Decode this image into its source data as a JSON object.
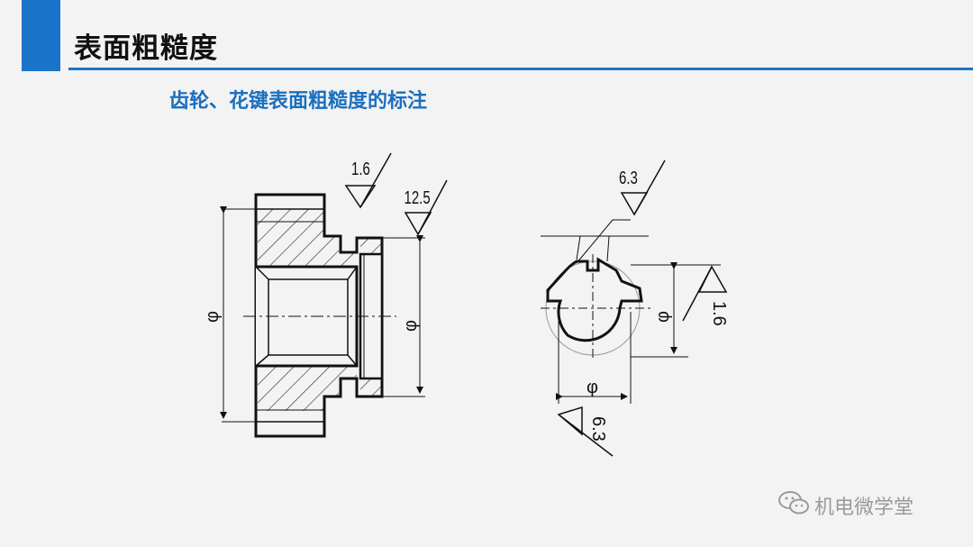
{
  "header": {
    "title": "表面粗糙度",
    "accent_color": "#1a74c9"
  },
  "subtitle": "齿轮、花键表面粗糙度的标注",
  "gear_view": {
    "roughness_top": "1.6",
    "roughness_right": "12.5",
    "dia_left": "φ",
    "dia_right": "φ"
  },
  "spline_view": {
    "roughness_top": "6.3",
    "roughness_right": "1.6",
    "roughness_bottom": "6.3",
    "dia_bottom": "φ",
    "dia_right": "φ"
  },
  "watermark": {
    "icon": "wechat-icon",
    "text": "机电微学堂"
  }
}
